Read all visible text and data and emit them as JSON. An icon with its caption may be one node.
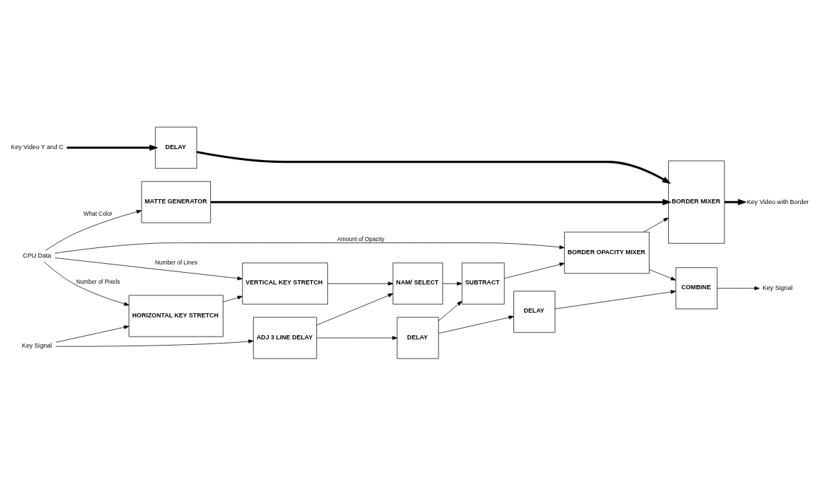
{
  "diagram": {
    "nodes": [
      {
        "text": [
          "Key Video Y and C"
        ]
      },
      {
        "text": [
          "DELAY"
        ]
      },
      {
        "text": [
          "BORDER MIXER"
        ]
      },
      {
        "text": [
          "Key Video with Border"
        ]
      },
      {
        "text": [
          "MATTE GENERATOR"
        ]
      },
      {
        "text": [
          "CPU Data"
        ]
      },
      {
        "text": [
          "HORIZONTAL KEY STRETCH"
        ]
      },
      {
        "text": [
          "VERTICAL KEY STRETCH"
        ]
      },
      {
        "text": [
          "NAM/ SELECT"
        ]
      },
      {
        "text": [
          "SUBTRACT"
        ]
      },
      {
        "text": [
          "BORDER OPACITY MIXER"
        ]
      },
      {
        "text": [
          "COMBINE"
        ]
      },
      {
        "text": [
          "Key Signal"
        ]
      },
      {
        "text": [
          "Key Signal"
        ]
      },
      {
        "text": [
          "ADJ 3 LINE DELAY"
        ]
      },
      {
        "text": [
          "DELAY"
        ]
      },
      {
        "text": [
          "DELAY"
        ]
      }
    ],
    "edges": [
      {
        "from": 0,
        "to": 1,
        "arrow": "to",
        "style": "thick"
      },
      {
        "from": 1,
        "to": 2,
        "arrow": "to",
        "style": "thick"
      },
      {
        "from": 4,
        "to": 2,
        "arrow": "to",
        "style": "thick"
      },
      {
        "from": 2,
        "to": 3,
        "arrow": "to",
        "style": "thick"
      },
      {
        "from": 5,
        "to": 4,
        "arrow": "to",
        "label": "What Color"
      },
      {
        "from": 5,
        "to": 6,
        "arrow": "to",
        "label": "Number of Pixels"
      },
      {
        "from": 5,
        "to": 7,
        "arrow": "to",
        "label": "Number of Lines"
      },
      {
        "from": 5,
        "to": 10,
        "arrow": "to",
        "label": "Amount of Opacity"
      },
      {
        "from": 6,
        "to": 7,
        "arrow": "to"
      },
      {
        "from": 7,
        "to": 8,
        "arrow": "to"
      },
      {
        "from": 8,
        "to": 9,
        "arrow": "to"
      },
      {
        "from": 9,
        "to": 10,
        "arrow": "to"
      },
      {
        "from": 10,
        "to": 11,
        "arrow": "to"
      },
      {
        "from": 11,
        "to": 12,
        "arrow": "to"
      },
      {
        "from": 10,
        "to": 2,
        "arrow": "to"
      },
      {
        "from": 13,
        "to": 6,
        "arrow": "to"
      },
      {
        "from": 13,
        "to": 14,
        "arrow": "to"
      },
      {
        "from": 14,
        "to": 8,
        "arrow": "to"
      },
      {
        "from": 14,
        "to": 15,
        "arrow": "to"
      },
      {
        "from": 15,
        "to": 9,
        "arrow": "to"
      },
      {
        "from": 15,
        "to": 16,
        "arrow": "to"
      },
      {
        "from": 16,
        "to": 11,
        "arrow": "to"
      }
    ]
  }
}
